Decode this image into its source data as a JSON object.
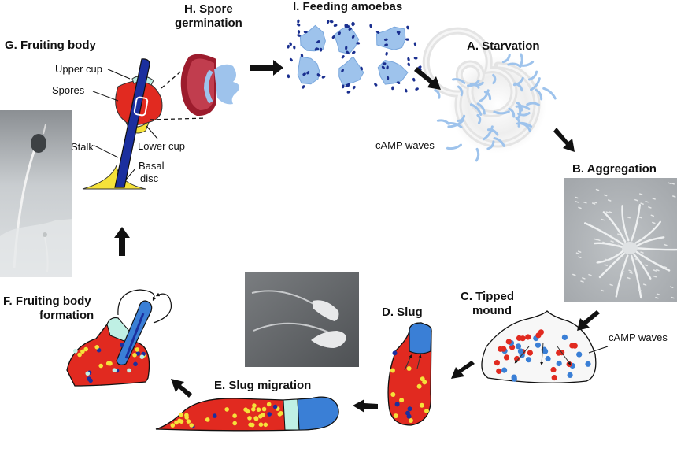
{
  "stages": {
    "a": "A. Starvation",
    "b": "B. Aggregation",
    "c1": "C. Tipped",
    "c2": "mound",
    "d": "D. Slug",
    "e": "E. Slug migration",
    "f1": "F. Fruiting body",
    "f2": "formation",
    "g": "G. Fruiting body",
    "h1": "H. Spore",
    "h2": "germination",
    "i": "I. Feeding amoebas"
  },
  "annotations": {
    "camp_a": "cAMP waves",
    "camp_c": "cAMP waves",
    "upper_cup": "Upper cup",
    "spores": "Spores",
    "stalk": "Stalk",
    "lower_cup": "Lower cup",
    "basal1": "Basal",
    "basal2": "disc"
  },
  "colors": {
    "prestalk_blue": "#3a7fd6",
    "stalk_navy": "#1b2f9e",
    "prespore_red": "#e12a20",
    "spore_yellow": "#f5e23a",
    "cell_light_blue": "#9ec3ec",
    "cap_cyan": "#bff0e4"
  }
}
